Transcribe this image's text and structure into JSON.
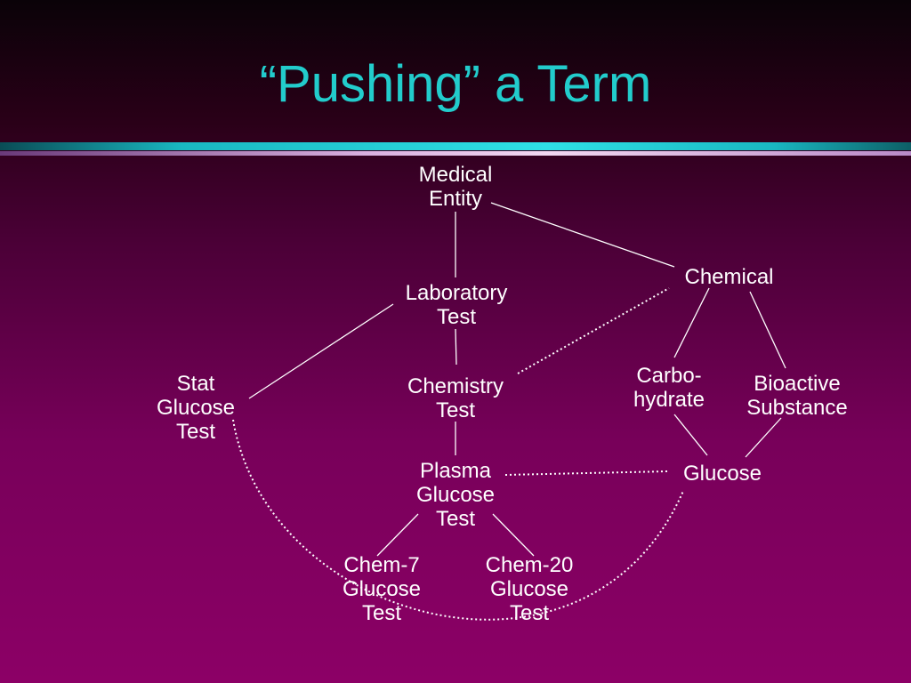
{
  "title": "“Pushing” a Term",
  "nodes": {
    "medical_entity": "Medical\nEntity",
    "chemical": "Chemical",
    "laboratory_test": "Laboratory\nTest",
    "stat_glucose_test": "Stat\nGlucose\nTest",
    "chemistry_test": "Chemistry\nTest",
    "carbohydrate": "Carbo-\nhydrate",
    "bioactive_substance": "Bioactive\nSubstance",
    "plasma_glucose_test": "Plasma\nGlucose\nTest",
    "glucose": "Glucose",
    "chem7_glucose_test": "Chem-7\nGlucose\nTest",
    "chem20_glucose_test": "Chem-20\nGlucose\nTest"
  },
  "colors": {
    "title": "#22cccc",
    "node_text": "#ffffff",
    "edge": "#ffffff"
  }
}
